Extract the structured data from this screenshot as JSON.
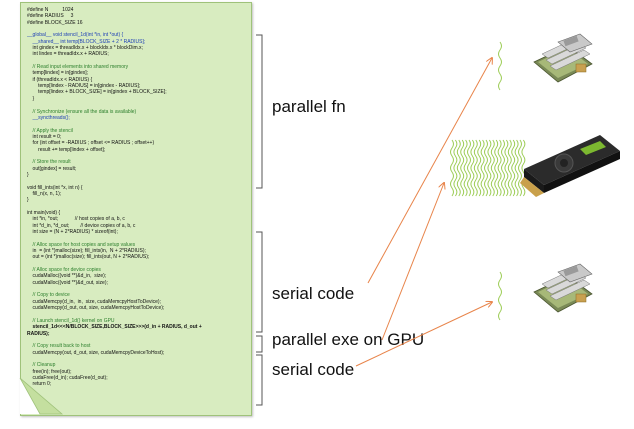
{
  "code_lines": [
    {
      "t": "#define N          1024",
      "c": ""
    },
    {
      "t": "#define RADIUS     3",
      "c": ""
    },
    {
      "t": "#define BLOCK_SIZE 16",
      "c": ""
    },
    {
      "t": "",
      "c": ""
    },
    {
      "t": "__global__ void stencil_1d(int *in, int *out) {",
      "c": "kw"
    },
    {
      "t": "    __shared__ int temp[BLOCK_SIZE + 2 * RADIUS];",
      "c": "kw"
    },
    {
      "t": "    int gindex = threadIdx.x + blockIdx.x * blockDim.x;",
      "c": ""
    },
    {
      "t": "    int lindex = threadIdx.x + RADIUS;",
      "c": ""
    },
    {
      "t": "",
      "c": ""
    },
    {
      "t": "    // Read input elements into shared memory",
      "c": "cm"
    },
    {
      "t": "    temp[lindex] = in[gindex];",
      "c": ""
    },
    {
      "t": "    if (threadIdx.x < RADIUS) {",
      "c": ""
    },
    {
      "t": "        temp[lindex - RADIUS] = in[gindex - RADIUS];",
      "c": ""
    },
    {
      "t": "        temp[lindex + BLOCK_SIZE] = in[gindex + BLOCK_SIZE];",
      "c": ""
    },
    {
      "t": "    }",
      "c": ""
    },
    {
      "t": "",
      "c": ""
    },
    {
      "t": "    // Synchronize (ensure all the data is available)",
      "c": "cm"
    },
    {
      "t": "    __syncthreads();",
      "c": "kw"
    },
    {
      "t": "",
      "c": ""
    },
    {
      "t": "    // Apply the stencil",
      "c": "cm"
    },
    {
      "t": "    int result = 0;",
      "c": ""
    },
    {
      "t": "    for (int offset = -RADIUS ; offset <= RADIUS ; offset++)",
      "c": ""
    },
    {
      "t": "        result += temp[lindex + offset];",
      "c": ""
    },
    {
      "t": "",
      "c": ""
    },
    {
      "t": "    // Store the result",
      "c": "cm"
    },
    {
      "t": "    out[gindex] = result;",
      "c": ""
    },
    {
      "t": "}",
      "c": ""
    },
    {
      "t": "",
      "c": ""
    },
    {
      "t": "void fill_ints(int *x, int n) {",
      "c": ""
    },
    {
      "t": "    fill_n(x, n, 1);",
      "c": ""
    },
    {
      "t": "}",
      "c": ""
    },
    {
      "t": "",
      "c": ""
    },
    {
      "t": "int main(void) {",
      "c": ""
    },
    {
      "t": "    int *in, *out;            // host copies of a, b, c",
      "c": ""
    },
    {
      "t": "    int *d_in, *d_out;        // device copies of a, b, c",
      "c": ""
    },
    {
      "t": "    int size = (N + 2*RADIUS) * sizeof(int);",
      "c": ""
    },
    {
      "t": "",
      "c": ""
    },
    {
      "t": "    // Alloc space for host copies and setup values",
      "c": "cm"
    },
    {
      "t": "    in  = (int *)malloc(size); fill_ints(in,  N + 2*RADIUS);",
      "c": ""
    },
    {
      "t": "    out = (int *)malloc(size); fill_ints(out, N + 2*RADIUS);",
      "c": ""
    },
    {
      "t": "",
      "c": ""
    },
    {
      "t": "    // Alloc space for device copies",
      "c": "cm"
    },
    {
      "t": "    cudaMalloc((void **)&d_in,  size);",
      "c": ""
    },
    {
      "t": "    cudaMalloc((void **)&d_out, size);",
      "c": ""
    },
    {
      "t": "",
      "c": ""
    },
    {
      "t": "    // Copy to device",
      "c": "cm"
    },
    {
      "t": "    cudaMemcpy(d_in,  in,  size, cudaMemcpyHostToDevice);",
      "c": ""
    },
    {
      "t": "    cudaMemcpy(d_out, out, size, cudaMemcpyHostToDevice);",
      "c": ""
    },
    {
      "t": "",
      "c": ""
    },
    {
      "t": "    // Launch stencil_1d() kernel on GPU",
      "c": "cm"
    },
    {
      "t": "    stencil_1d<<<N/BLOCK_SIZE,BLOCK_SIZE>>>(d_in + RADIUS, d_out +",
      "c": "bold"
    },
    {
      "t": "RADIUS);",
      "c": "bold"
    },
    {
      "t": "",
      "c": ""
    },
    {
      "t": "    // Copy result back to host",
      "c": "cm"
    },
    {
      "t": "    cudaMemcpy(out, d_out, size, cudaMemcpyDeviceToHost);",
      "c": ""
    },
    {
      "t": "",
      "c": ""
    },
    {
      "t": "    // Cleanup",
      "c": "cm"
    },
    {
      "t": "    free(in); free(out);",
      "c": ""
    },
    {
      "t": "    cudaFree(d_in); cudaFree(d_out);",
      "c": ""
    },
    {
      "t": "    return 0;",
      "c": ""
    },
    {
      "t": "}",
      "c": ""
    }
  ],
  "labels": {
    "parallel_fn": "parallel fn",
    "serial_code_1": "serial code",
    "parallel_exe": "parallel exe on GPU",
    "serial_code_2": "serial code"
  },
  "colors": {
    "code_bg": "#d8ecc0",
    "bracket": "#555555",
    "arrow": "#e8844a",
    "wave": "#9ccc55"
  },
  "icons": {
    "cpu_top": "cpu-with-memory-icon",
    "gpu": "gpu-card-icon",
    "cpu_bottom": "cpu-with-memory-icon"
  }
}
